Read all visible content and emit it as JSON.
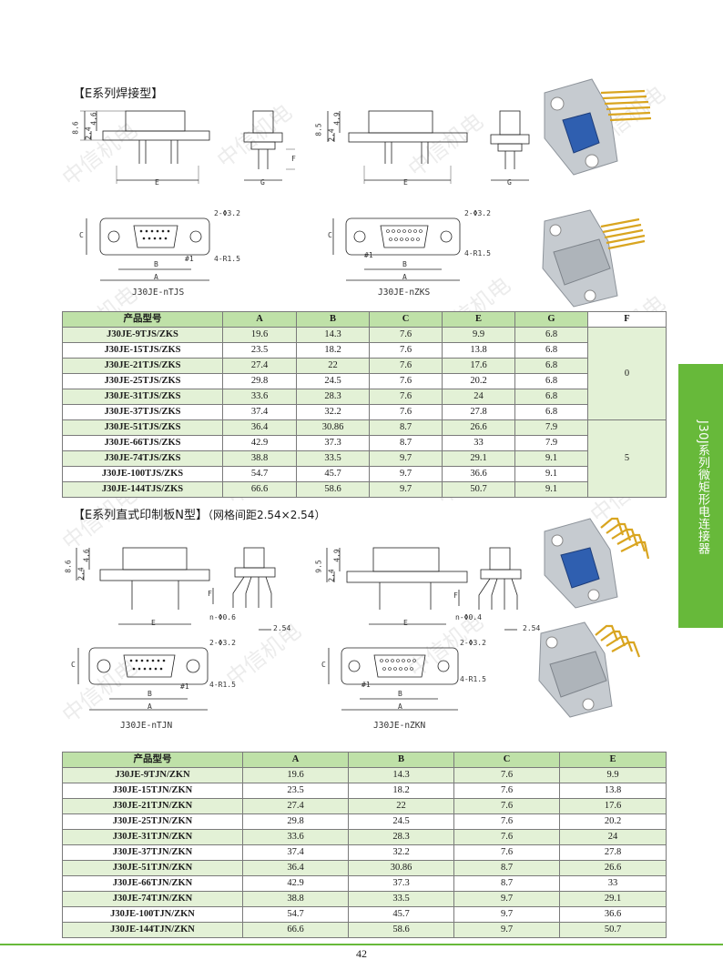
{
  "sections": {
    "e_weld_title": "【E系列焊接型】",
    "e_pcb_title": "【E系列直式印制板N型】",
    "e_pcb_note": "（网格间距2.54×2.54）"
  },
  "captions": {
    "tjs": "J30JE-nTJS",
    "zks": "J30JE-nZKS",
    "tjn": "J30JE-nTJN",
    "zkn": "J30JE-nZKN"
  },
  "dims": {
    "h86": "8.6",
    "h24": "2.4",
    "h46": "4.6",
    "h85": "8.5",
    "h49": "4.9",
    "h95": "9.5",
    "E": "E",
    "G": "G",
    "A": "A",
    "B": "B",
    "C": "C",
    "F": "F",
    "hole": "2-Φ3.2",
    "radius": "4-R1.5",
    "pin1": "#1",
    "pin06": "n-Φ0.6",
    "pin04": "n-Φ0.4",
    "pitch": "2.54"
  },
  "side_tab": "J30J系列微矩形电连接器",
  "watermark": "中信机电",
  "page_number": "42",
  "table1": {
    "headers": [
      "产品型号",
      "A",
      "B",
      "C",
      "E",
      "G",
      "F"
    ],
    "rows": [
      [
        "J30JE-9TJS/ZKS",
        "19.6",
        "14.3",
        "7.6",
        "9.9",
        "6.8"
      ],
      [
        "J30JE-15TJS/ZKS",
        "23.5",
        "18.2",
        "7.6",
        "13.8",
        "6.8"
      ],
      [
        "J30JE-21TJS/ZKS",
        "27.4",
        "22",
        "7.6",
        "17.6",
        "6.8"
      ],
      [
        "J30JE-25TJS/ZKS",
        "29.8",
        "24.5",
        "7.6",
        "20.2",
        "6.8"
      ],
      [
        "J30JE-31TJS/ZKS",
        "33.6",
        "28.3",
        "7.6",
        "24",
        "6.8"
      ],
      [
        "J30JE-37TJS/ZKS",
        "37.4",
        "32.2",
        "7.6",
        "27.8",
        "6.8"
      ],
      [
        "J30JE-51TJS/ZKS",
        "36.4",
        "30.86",
        "8.7",
        "26.6",
        "7.9"
      ],
      [
        "J30JE-66TJS/ZKS",
        "42.9",
        "37.3",
        "8.7",
        "33",
        "7.9"
      ],
      [
        "J30JE-74TJS/ZKS",
        "38.8",
        "33.5",
        "9.7",
        "29.1",
        "9.1"
      ],
      [
        "J30JE-100TJS/ZKS",
        "54.7",
        "45.7",
        "9.7",
        "36.6",
        "9.1"
      ],
      [
        "J30JE-144TJS/ZKS",
        "66.6",
        "58.6",
        "9.7",
        "50.7",
        "9.1"
      ]
    ],
    "f_values": [
      "0",
      "5"
    ]
  },
  "table2": {
    "headers": [
      "产品型号",
      "A",
      "B",
      "C",
      "E"
    ],
    "rows": [
      [
        "J30JE-9TJN/ZKN",
        "19.6",
        "14.3",
        "7.6",
        "9.9"
      ],
      [
        "J30JE-15TJN/ZKN",
        "23.5",
        "18.2",
        "7.6",
        "13.8"
      ],
      [
        "J30JE-21TJN/ZKN",
        "27.4",
        "22",
        "7.6",
        "17.6"
      ],
      [
        "J30JE-25TJN/ZKN",
        "29.8",
        "24.5",
        "7.6",
        "20.2"
      ],
      [
        "J30JE-31TJN/ZKN",
        "33.6",
        "28.3",
        "7.6",
        "24"
      ],
      [
        "J30JE-37TJN/ZKN",
        "37.4",
        "32.2",
        "7.6",
        "27.8"
      ],
      [
        "J30JE-51TJN/ZKN",
        "36.4",
        "30.86",
        "8.7",
        "26.6"
      ],
      [
        "J30JE-66TJN/ZKN",
        "42.9",
        "37.3",
        "8.7",
        "33"
      ],
      [
        "J30JE-74TJN/ZKN",
        "38.8",
        "33.5",
        "9.7",
        "29.1"
      ],
      [
        "J30JE-100TJN/ZKN",
        "54.7",
        "45.7",
        "9.7",
        "36.6"
      ],
      [
        "J30JE-144TJN/ZKN",
        "66.6",
        "58.6",
        "9.7",
        "50.7"
      ]
    ]
  },
  "colors": {
    "accent_green": "#67b93a",
    "header_green": "#bfe1a8",
    "row_green": "#e3f1d6",
    "gold_pin": "#d9a520",
    "connector_blue": "#2f5fb0",
    "shell_grey": "#b7bcc2"
  }
}
